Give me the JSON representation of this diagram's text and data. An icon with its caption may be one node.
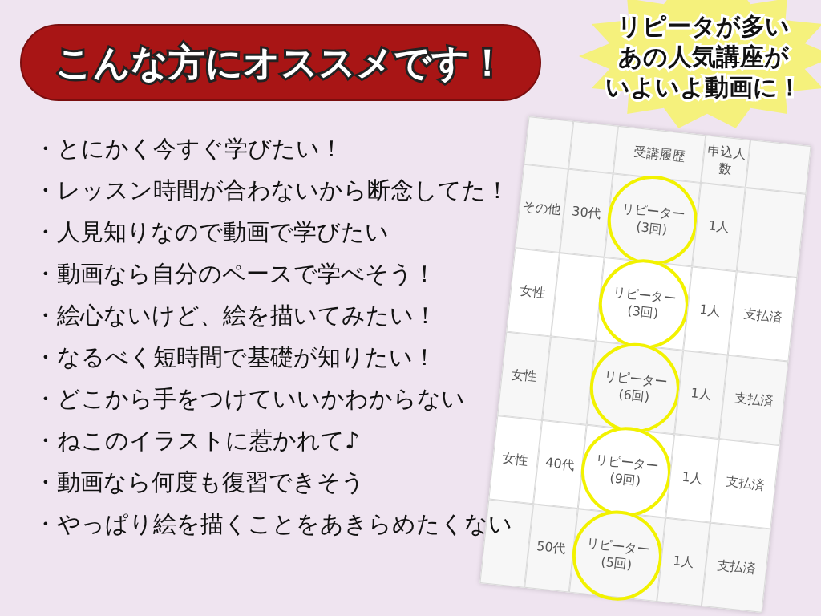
{
  "diagram": {
    "title": "こんな方にオススメです！",
    "nodes": [
      {
        "text": [
          "リピータが多いあの人気講座がいよいよ動画に！"
        ]
      }
    ],
    "edges": [],
    "labels": [
      "・とにかく今すぐ学びたい！",
      "・レッスン時間が合わないから断念してた！",
      "・人見知りなので動画で学びたい",
      "・動画なら自分のペースで学べそう！",
      "・絵心ないけど、絵を描いてみたい！",
      "・なるべく短時間で基礎が知りたい！",
      "・どこから手をつけていいかわからない",
      "・ねこのイラストに惹かれて♪",
      "・動画なら何度も復習できそう",
      "・やっぱり絵を描くことをあきらめたくない",
      "受講履歴",
      "申込人数",
      "その他",
      "30代",
      "リピーター(3回)",
      "1人",
      "女性",
      "リピーター(3回)",
      "1人",
      "支払済",
      "女性",
      "リピーター(6回)",
      "1人",
      "支払済",
      "女性",
      "40代",
      "リピーター(9回)",
      "1人",
      "支払済",
      "50代",
      "リピーター(5回)",
      "1人",
      "支払済"
    ]
  }
}
